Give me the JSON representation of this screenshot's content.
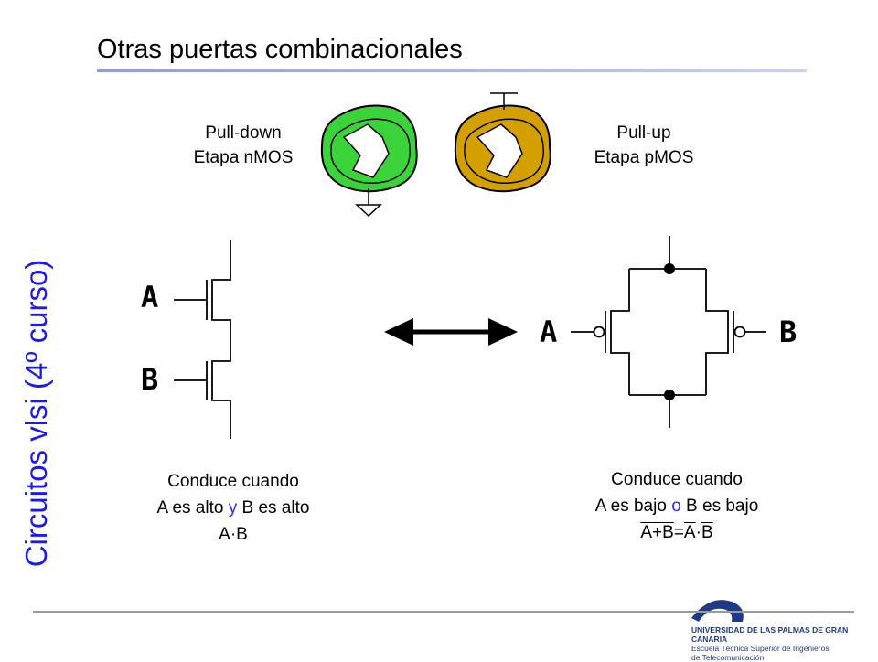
{
  "title": "Otras puertas combinacionales",
  "vertical_title": "Circuitos vlsi (4º curso)",
  "pulldown": {
    "line1": "Pull-down",
    "line2": "Etapa nMOS"
  },
  "pullup": {
    "line1": "Pull-up",
    "line2": "Etapa pMOS"
  },
  "left": {
    "input_a": "A",
    "input_b": "B",
    "cond_line1": "Conduce cuando",
    "cond_line2_pre": "A es alto ",
    "cond_line2_word": "y",
    "cond_line2_post": " B es alto",
    "expr": "A·B"
  },
  "right": {
    "input_a": "A",
    "input_b": "B",
    "cond_line1": "Conduce cuando",
    "cond_line2_pre": "A es bajo ",
    "cond_line2_word": "o",
    "cond_line2_post": " B es bajo",
    "expr_lhs": "A+B",
    "expr_eq": "=",
    "expr_a": "A",
    "expr_dot": "·",
    "expr_b": "B"
  },
  "logo": {
    "line1": "UNIVERSIDAD DE LAS PALMAS DE GRAN CANARIA",
    "line2": "Escuela Técnica Superior de Ingenieros",
    "line3": "de Telecomunicación"
  },
  "colors": {
    "accent": "#1a1af0",
    "nmos_blob": "#3ad43a",
    "pmos_blob": "#d4a000",
    "title_rule": "#8f9fd6"
  }
}
